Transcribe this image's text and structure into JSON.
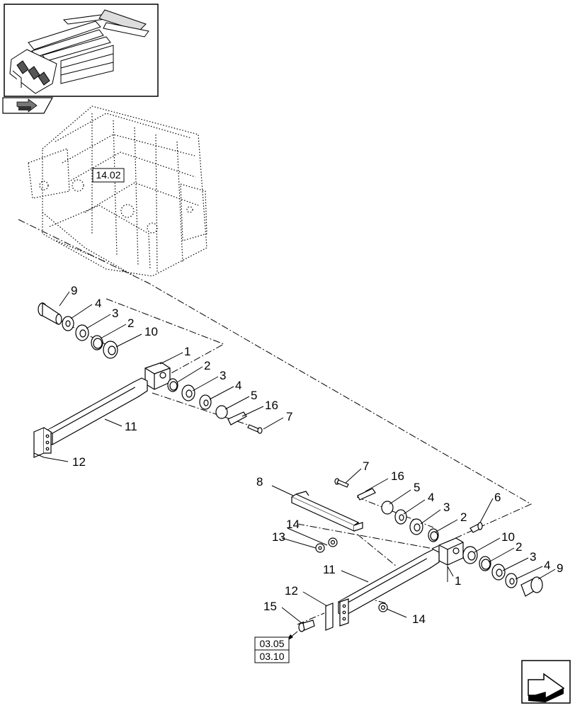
{
  "diagram": {
    "reference_labels": {
      "frame_ref": "14.02",
      "ref_a": "03.05",
      "ref_b": "03.10"
    },
    "callouts": {
      "left_assembly": {
        "c9": "9",
        "c4": "4",
        "c3": "3",
        "c2": "2",
        "c10": "10",
        "c1": "1",
        "c2b": "2",
        "c3b": "3",
        "c4b": "4",
        "c5": "5",
        "c16": "16",
        "c7": "7",
        "c11": "11",
        "c12": "12"
      },
      "right_assembly": {
        "c7": "7",
        "c16": "16",
        "c5": "5",
        "c4": "4",
        "c3": "3",
        "c2": "2",
        "c6": "6",
        "c8": "8",
        "c14": "14",
        "c13": "13",
        "c11": "11",
        "c10": "10",
        "c2b": "2",
        "c3b": "3",
        "c4b": "4",
        "c9": "9",
        "c1": "1",
        "c12": "12",
        "c15": "15",
        "c14b": "14"
      }
    },
    "icons": [
      "thumbnail-overview-icon",
      "page-nav-icon",
      "next-page-arrow-icon"
    ]
  }
}
